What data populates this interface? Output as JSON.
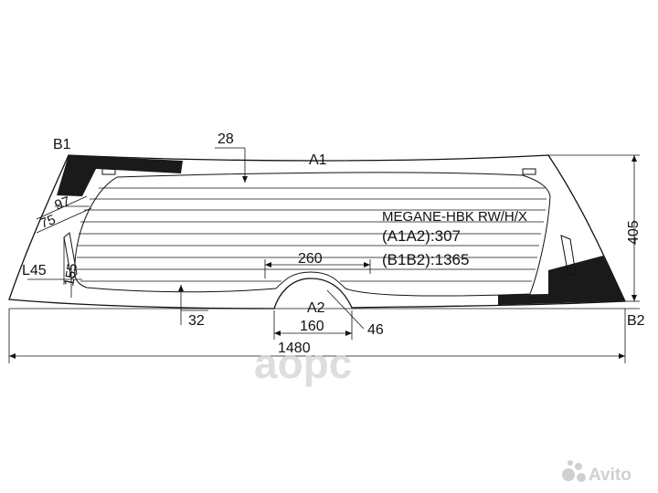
{
  "model": {
    "name": "MEGANE-HBK RW/H/X",
    "a1a2": "(A1A2):307",
    "b1b2": "(B1B2):1365"
  },
  "points": {
    "a1": "A1",
    "a2": "A2",
    "b1": "B1",
    "b2": "B2"
  },
  "dimensions": {
    "top_offset": "28",
    "left_97": "97",
    "left_75": "75",
    "left_155": "155",
    "left_l45": "L45",
    "height_405": "405",
    "notch_260": "260",
    "bottom_32": "32",
    "notch_160": "160",
    "notch_46": "46",
    "width_1480": "1480"
  },
  "watermarks": {
    "center": "аорс",
    "corner": "Avito"
  },
  "colors": {
    "line": "#111111",
    "fill_dark": "#1a1a1a",
    "watermark": "#d8d8d8"
  }
}
